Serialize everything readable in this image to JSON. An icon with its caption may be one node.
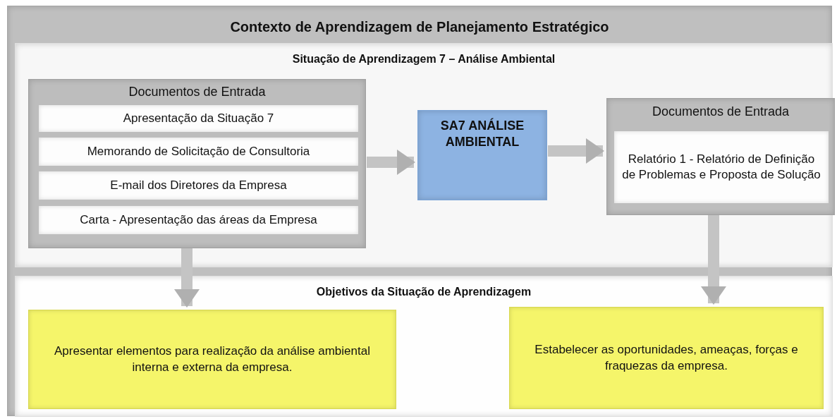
{
  "diagram": {
    "nodes": [
      {
        "text": [
          "Contexto de Aprendizagem de Planejamento  Estratégico"
        ]
      },
      {
        "text": [
          "Situação de Aprendizagem 7 – Análise Ambiental"
        ],
        "in": 0
      },
      {
        "text": [
          "Documentos de Entrada"
        ],
        "in": 1
      },
      {
        "text": [
          "Apresentação da Situação 7"
        ],
        "in": 2
      },
      {
        "text": [
          "Memorando de Solicitação de Consultoria"
        ],
        "in": 2
      },
      {
        "text": [
          "E-mail dos Diretores da Empresa"
        ],
        "in": 2
      },
      {
        "text": [
          "Carta - Apresentação das áreas da  Empresa"
        ],
        "in": 2
      },
      {
        "text": [
          "SA7 ANÁLISE AMBIENTAL"
        ],
        "in": 1
      },
      {
        "text": [
          "Documentos de Entrada"
        ],
        "in": 1
      },
      {
        "text": [
          "Relatório 1 -  Relatório de Definição de Problemas e Proposta de Solução"
        ],
        "in": 8
      },
      {
        "text": [
          "Objetivos da Situação de Aprendizagem"
        ],
        "in": 0
      },
      {
        "text": [
          "Apresentar elementos para realização da análise ambiental interna e externa da empresa."
        ],
        "in": 10
      },
      {
        "text": [
          "Estabelecer as oportunidades, ameaças, forças e fraquezas da empresa."
        ],
        "in": 10
      }
    ],
    "edges": [
      {
        "from": 2,
        "to": 7,
        "arrow": "to"
      },
      {
        "from": 7,
        "to": 8,
        "arrow": "to"
      },
      {
        "from": 2,
        "to": 11,
        "arrow": "to"
      },
      {
        "from": 8,
        "to": 12,
        "arrow": "to"
      }
    ]
  }
}
